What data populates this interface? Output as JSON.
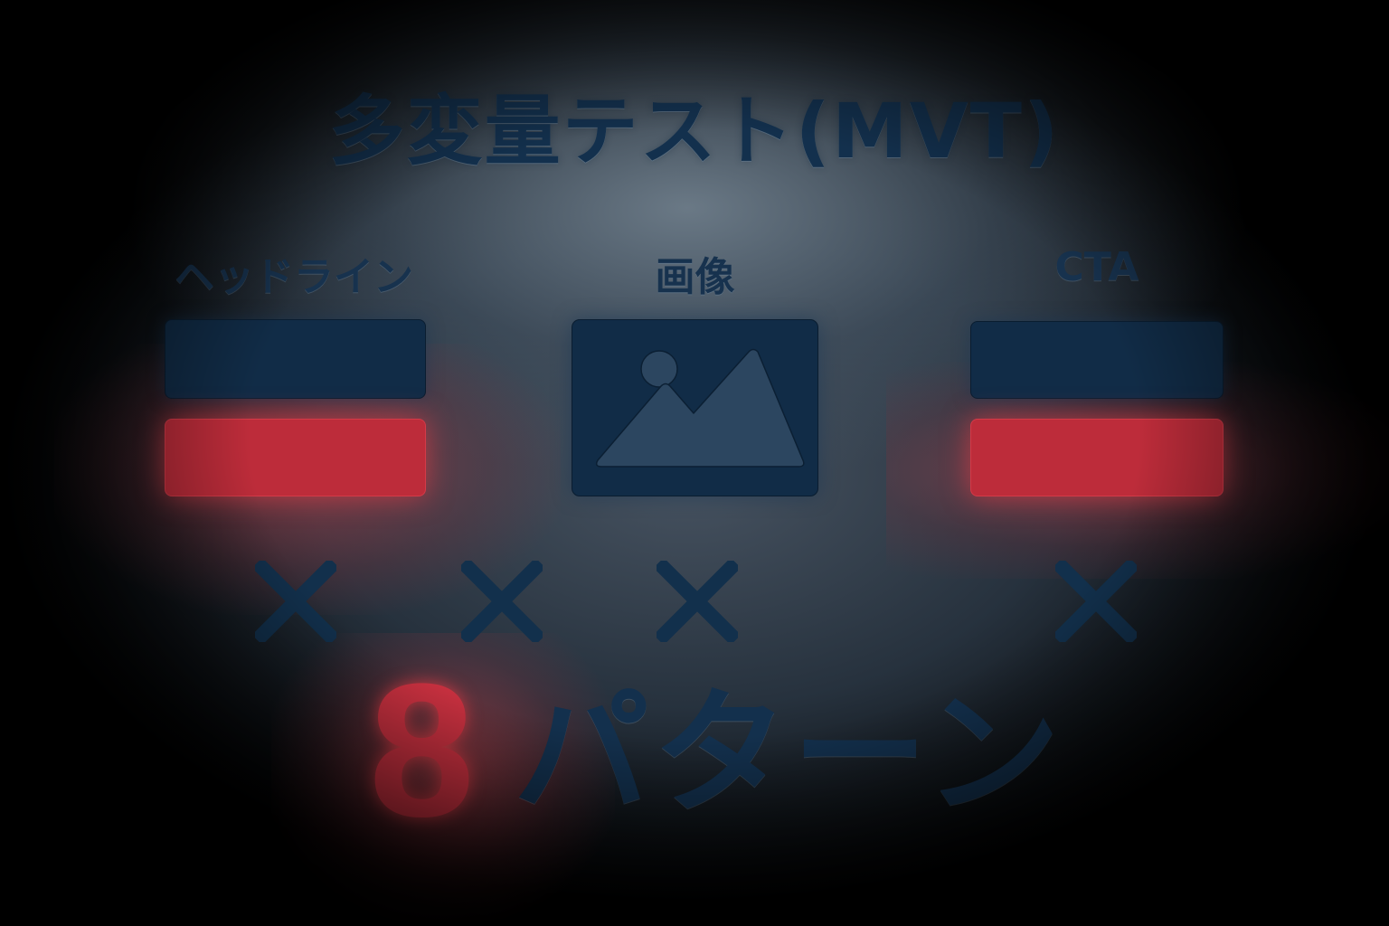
{
  "title": "多変量テスト(MVT)",
  "columns": [
    {
      "label": "ヘッドライン",
      "variants": [
        {
          "name": "headline-variant-a",
          "color": "#112c47"
        },
        {
          "name": "headline-variant-b",
          "color": "#bd2c3a"
        }
      ]
    },
    {
      "label": "画像",
      "icon": "image-icon"
    },
    {
      "label": "CTA",
      "variants": [
        {
          "name": "cta-variant-a",
          "color": "#112c47"
        },
        {
          "name": "cta-variant-b",
          "color": "#bd2c3a"
        }
      ]
    }
  ],
  "operators": [
    "×",
    "×",
    "×",
    "×"
  ],
  "result": {
    "count": "8",
    "unit": "パターン"
  },
  "colors": {
    "navy": "#112c47",
    "red": "#bd2c3a",
    "text": "#13304d",
    "background": "#000000"
  }
}
